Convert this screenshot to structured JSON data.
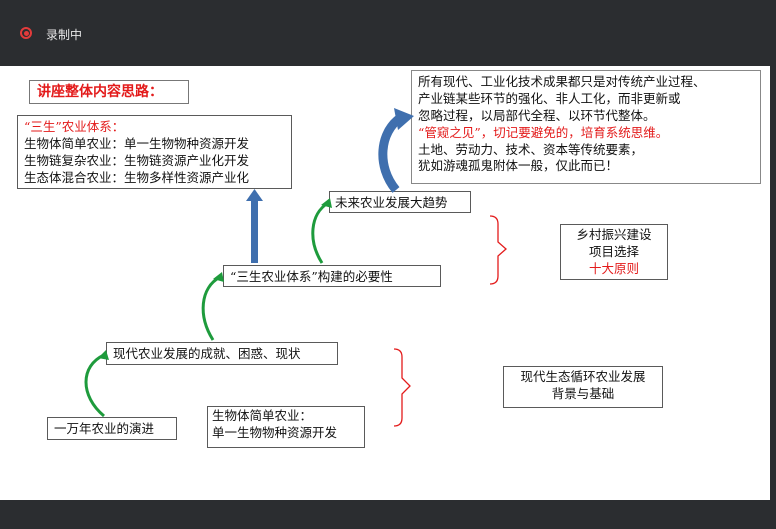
{
  "app": {
    "recording_label": "录制中",
    "recording_color": "#e33b3b"
  },
  "slide": {
    "title": "讲座整体内容思路：",
    "sansheng_box": {
      "heading": "“三生”农业体系：",
      "lines": [
        "生物体简单农业：单一生物物种资源开发",
        "生物链复杂农业：生物链资源产业化开发",
        "生态体混合农业：生物多样性资源产业化"
      ]
    },
    "top_right_box": {
      "lines_before": [
        "所有现代、工业化技术成果都只是对传统产业过程、",
        "产业链某些环节的强化、非人工化，而非更新或",
        "忽略过程，以局部代全程、以环节代整体。"
      ],
      "highlight": "“管窥之见”，切记要避免的，培育系统思维。",
      "lines_after": [
        "土地、劳动力、技术、资本等传统要素，",
        "犹如游魂孤鬼附体一般，仅此而已！"
      ]
    },
    "future_trend": "未来农业发展大趋势",
    "necessity": "“三生农业体系”构建的必要性",
    "modern_achievements": "现代农业发展的成就、困惑、现状",
    "ten_thousand_years": "一万年农业的演进",
    "simple_box": {
      "lines": [
        "生物体简单农业：",
        "单一生物物种资源开发"
      ]
    },
    "rural_box": {
      "line1": "乡村振兴建设",
      "line2": "项目选择",
      "line3": "十大原则"
    },
    "eco_box": {
      "line1": "现代生态循环农业发展",
      "line2": "背景与基础"
    },
    "colors": {
      "accent_red": "#e31b1b",
      "arrow_green": "#1e9b3c",
      "arrow_blue": "#3f6fae"
    }
  }
}
